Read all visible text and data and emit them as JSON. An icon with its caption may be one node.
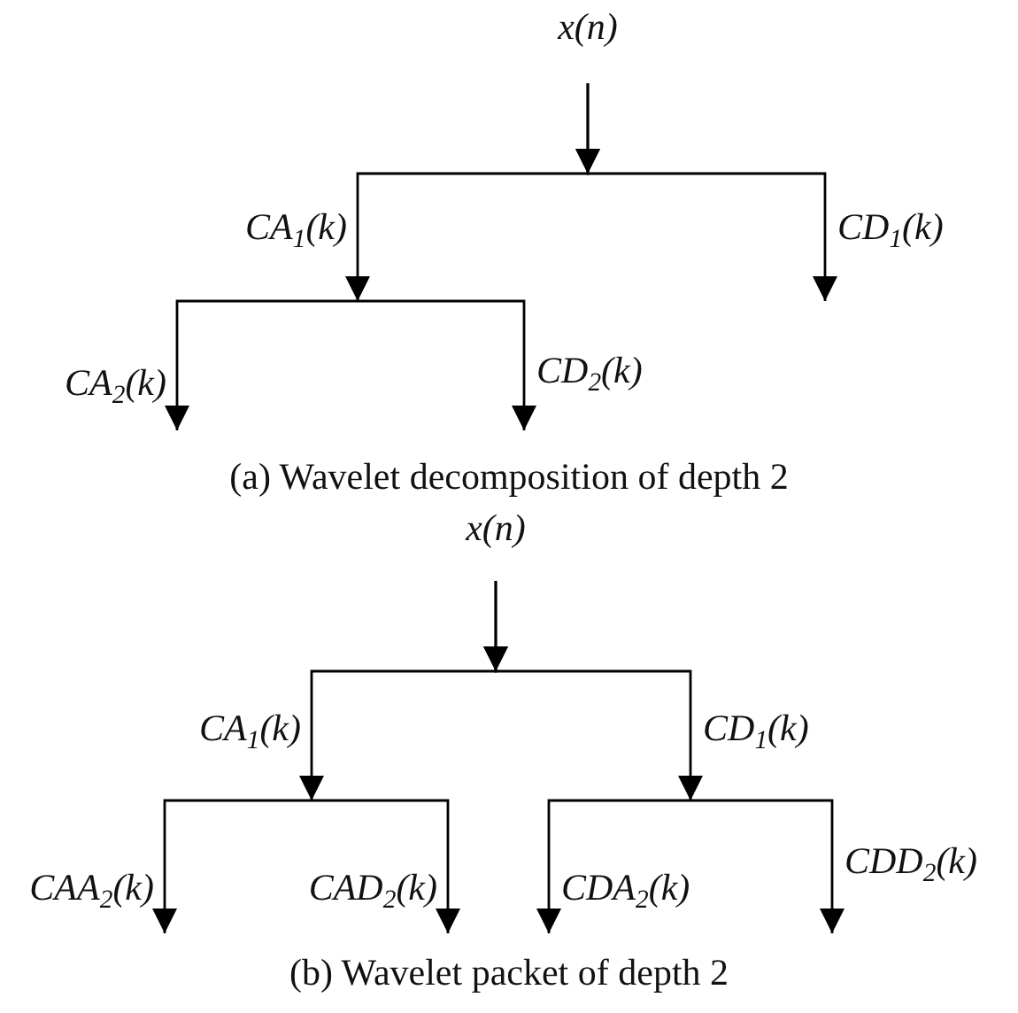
{
  "diagram": {
    "nodes": [
      {
        "text": [
          "x(n)"
        ]
      },
      {
        "text": [
          "CA$_{1}$(k)"
        ]
      },
      {
        "text": [
          "CD$_{1}$(k)"
        ]
      },
      {
        "text": [
          "CA$_{2}$(k)"
        ]
      },
      {
        "text": [
          "CD$_{2}$(k)"
        ]
      },
      {
        "text": [
          "x(n)"
        ]
      },
      {
        "text": [
          "CA$_{1}$(k)"
        ]
      },
      {
        "text": [
          "CD$_{1}$(k)"
        ]
      },
      {
        "text": [
          "CAA$_{2}$(k)"
        ]
      },
      {
        "text": [
          "CAD$_{2}$(k)"
        ]
      },
      {
        "text": [
          "CDA$_{2}$(k)"
        ]
      },
      {
        "text": [
          "CDD$_{2}$(k)"
        ]
      }
    ],
    "edges": [
      {
        "from": 0,
        "to": 1,
        "arrow": "to"
      },
      {
        "from": 0,
        "to": 2,
        "arrow": "to"
      },
      {
        "from": 1,
        "to": 3,
        "arrow": "to"
      },
      {
        "from": 1,
        "to": 4,
        "arrow": "to"
      },
      {
        "from": 5,
        "to": 6,
        "arrow": "to"
      },
      {
        "from": 5,
        "to": 7,
        "arrow": "to"
      },
      {
        "from": 6,
        "to": 8,
        "arrow": "to"
      },
      {
        "from": 6,
        "to": 9,
        "arrow": "to"
      },
      {
        "from": 7,
        "to": 10,
        "arrow": "to"
      },
      {
        "from": 7,
        "to": 11,
        "arrow": "to"
      }
    ],
    "labels": [
      "(a) Wavelet decomposition of depth 2",
      "(b) Wavelet packet of depth 2"
    ]
  }
}
